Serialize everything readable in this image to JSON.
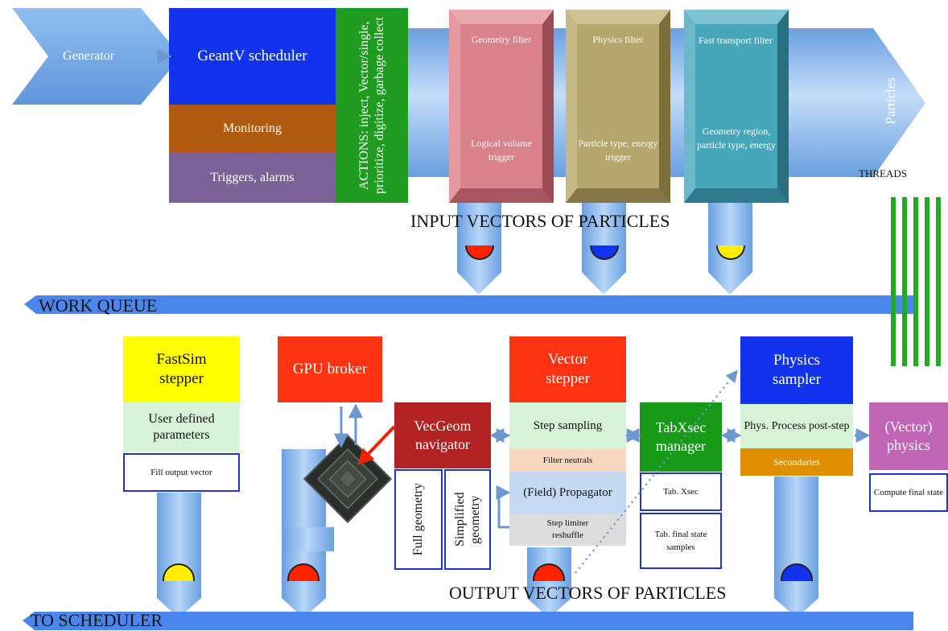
{
  "top": {
    "generator": "Generator",
    "scheduler": "GeantV scheduler",
    "monitoring": "Monitoring",
    "triggers": "Triggers, alarms",
    "actions": "ACTIONS: inject, Vector/single, prioritize, digitize, garbage collect",
    "particles": "Particles",
    "threads": "THREADS"
  },
  "filters": [
    {
      "title": "Geometry filter",
      "trigger": "Logical volume trigger",
      "color": "#d9828c",
      "dot": "#ff2200"
    },
    {
      "title": "Physics filter",
      "trigger": "Particle type, energy trigger",
      "color": "#b6a66c",
      "dot": "#1133ee"
    },
    {
      "title": "Fast transport filter",
      "trigger": "Geometry region, particle type, energy",
      "color": "#48a6bb",
      "dot": "#ffee00"
    }
  ],
  "labels": {
    "input_vectors": "INPUT VECTORS OF PARTICLES",
    "work_queue": "WORK QUEUE",
    "output_vectors": "OUTPUT VECTORS OF PARTICLES",
    "to_scheduler": "TO SCHEDULER"
  },
  "bottom": {
    "fastsim": "FastSim stepper",
    "user_params": "User defined parameters",
    "fill_output": "Fill output vector",
    "gpu_broker": "GPU broker",
    "vecgeom": "VecGeom navigator",
    "full_geometry": "Full geometry",
    "simplified_geometry": "Simplified geometry",
    "vector_stepper": "Vector stepper",
    "step_sampling": "Step sampling",
    "filter_neutrals": "Filter neutrals",
    "field_propagator": "(Field) Propagator",
    "step_limiter": "Step limiter reshuffle",
    "tabxsec_manager": "TabXsec manager",
    "tab_xsec": "Tab. Xsec",
    "tab_final_state": "Tab. final state samples",
    "physics_sampler": "Physics sampler",
    "phys_process": "Phys. Process post-step",
    "secondaries": "Secondaries",
    "vector_physics": "(Vector) physics",
    "compute_final": "Compute final state"
  },
  "colors": {
    "queue_blue": "#4a86ee",
    "thread_green": "#22aa22",
    "scheduler_blue": "#1133ee",
    "monitoring_brown": "#b05a10",
    "triggers_purple": "#7a6296",
    "actions_green": "#1f9c1f",
    "fastsim_yellow": "#ffff00",
    "broker_red": "#ff3311",
    "vecgeom_red": "#b22222",
    "tabxsec_green": "#179a17",
    "physics_blue": "#1133ee",
    "vphys_purple": "#c064b4"
  }
}
